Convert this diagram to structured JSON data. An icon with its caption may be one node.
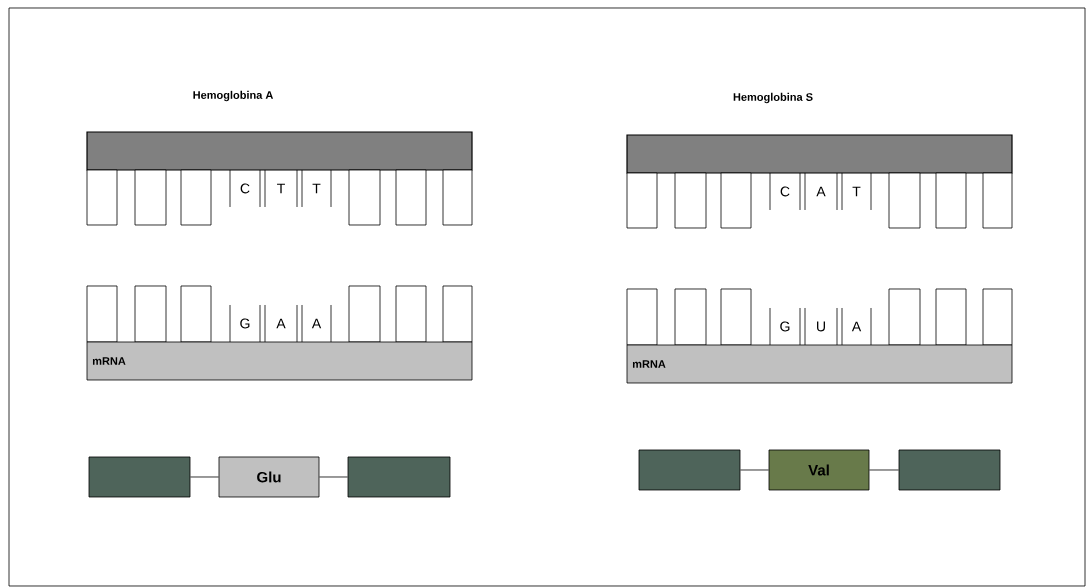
{
  "diagram": {
    "nodes": [
      {
        "text": [],
        "shape": "bar"
      },
      {
        "text": [],
        "shape": "bar"
      },
      {
        "text": [],
        "shape": "box"
      },
      {
        "text": [],
        "shape": "box"
      },
      {
        "text": [],
        "shape": "box"
      },
      {
        "text": [
          "C"
        ]
      },
      {
        "text": [
          "T"
        ]
      },
      {
        "text": [
          "T"
        ]
      },
      {
        "text": [],
        "shape": "box"
      },
      {
        "text": [],
        "shape": "box"
      },
      {
        "text": [],
        "shape": "box"
      },
      {
        "text": [],
        "shape": "box"
      },
      {
        "text": [],
        "shape": "box"
      },
      {
        "text": [],
        "shape": "box"
      },
      {
        "text": [
          "C"
        ]
      },
      {
        "text": [
          "A"
        ]
      },
      {
        "text": [
          "T"
        ]
      },
      {
        "text": [],
        "shape": "box"
      },
      {
        "text": [],
        "shape": "box"
      },
      {
        "text": [],
        "shape": "box"
      },
      {
        "text": [],
        "shape": "box"
      },
      {
        "text": [],
        "shape": "box"
      },
      {
        "text": [],
        "shape": "box"
      },
      {
        "text": [
          "G"
        ]
      },
      {
        "text": [
          "A"
        ]
      },
      {
        "text": [
          "A"
        ]
      },
      {
        "text": [],
        "shape": "box"
      },
      {
        "text": [],
        "shape": "box"
      },
      {
        "text": [],
        "shape": "box"
      },
      {
        "text": [],
        "shape": "box"
      },
      {
        "text": [],
        "shape": "box"
      },
      {
        "text": [],
        "shape": "box"
      },
      {
        "text": [
          "G"
        ]
      },
      {
        "text": [
          "U"
        ]
      },
      {
        "text": [
          "A"
        ]
      },
      {
        "text": [],
        "shape": "box"
      },
      {
        "text": [],
        "shape": "box"
      },
      {
        "text": [],
        "shape": "box"
      },
      {
        "text": [
          "mRNA"
        ]
      },
      {
        "text": [
          "mRNA"
        ]
      },
      {
        "text": [],
        "shape": "box"
      },
      {
        "text": [
          "Glu"
        ]
      },
      {
        "text": [],
        "shape": "box"
      },
      {
        "text": [],
        "shape": "box"
      },
      {
        "text": [
          "Val"
        ]
      },
      {
        "text": [],
        "shape": "box"
      }
    ],
    "edges": [
      {
        "from": 40,
        "to": 41,
        "arrow": "none"
      },
      {
        "from": 41,
        "to": 42,
        "arrow": "none"
      },
      {
        "from": 43,
        "to": 44,
        "arrow": "none"
      },
      {
        "from": 44,
        "to": 45,
        "arrow": "none"
      }
    ],
    "labels": [
      "Hemoglobina A",
      "Hemoglobina S"
    ]
  }
}
